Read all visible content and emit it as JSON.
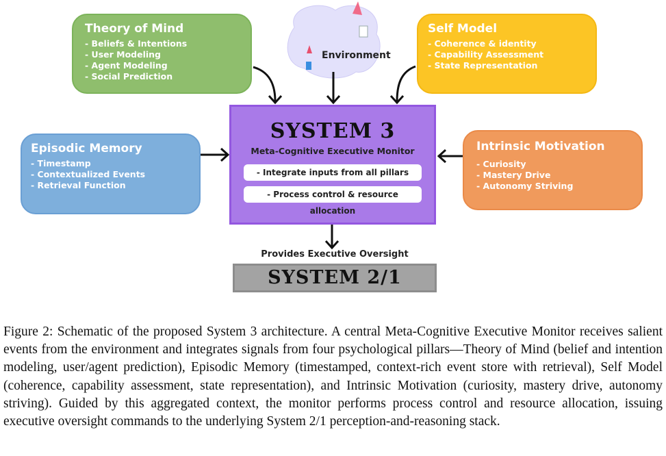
{
  "theory_of_mind": {
    "title": "Theory of Mind",
    "items": [
      "- Beliefs & Intentions",
      "- User Modeling",
      "- Agent Modeling",
      "- Social Prediction"
    ]
  },
  "environment": {
    "label": "Environment"
  },
  "self_model": {
    "title": "Self Model",
    "items": [
      "- Coherence & identity",
      "- Capability Assessment",
      "- State Representation"
    ]
  },
  "episodic_memory": {
    "title": "Episodic Memory",
    "items": [
      "- Timestamp",
      "- Contextualized Events",
      "- Retrieval Function"
    ]
  },
  "intrinsic_motivation": {
    "title": "Intrinsic Motivation",
    "items": [
      "- Curiosity",
      "- Mastery Drive",
      "- Autonomy Striving"
    ]
  },
  "system3": {
    "title": "SYSTEM 3",
    "subtitle": "Meta-Cognitive Executive Monitor",
    "items": [
      "- Integrate inputs from all pillars",
      "- Process control & resource allocation"
    ]
  },
  "oversight_label": "Provides Executive Oversight",
  "system21": {
    "title": "SYSTEM 2/1"
  },
  "colors": {
    "theory_of_mind": "#8fbe6d",
    "self_model": "#fcc525",
    "episodic_memory": "#7eafdc",
    "intrinsic_motivation": "#f09a5c",
    "system3": "#a97ae8",
    "system21": "#a3a3a3"
  },
  "caption": "Figure 2: Schematic of the proposed System 3 architecture. A central Meta-Cognitive Executive Monitor receives salient events from the environment and integrates signals from four psychological pillars—Theory of Mind (belief and intention modeling, user/agent prediction), Episodic Memory (timestamped, context-rich event store with retrieval), Self Model (coherence, capability assessment, state representation), and Intrinsic Motivation (curiosity, mastery drive, autonomy striving). Guided by this aggregated context, the monitor performs process control and resource allocation, issuing executive oversight commands to the underlying System 2/1 perception-and-reasoning stack."
}
